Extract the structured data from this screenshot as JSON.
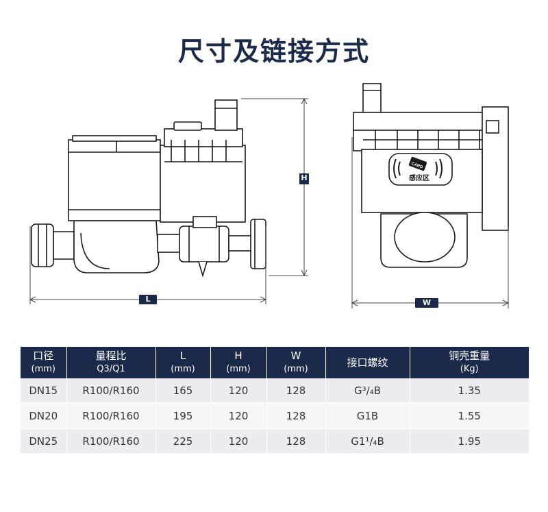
{
  "title": "尺寸及链接方式",
  "dimensions": {
    "length_label": "L",
    "height_label": "H",
    "width_label": "W",
    "card_text": "CARD",
    "sensing_area": "感应区"
  },
  "table": {
    "headers": [
      {
        "main": "口径",
        "sub": "(mm)"
      },
      {
        "main": "量程比",
        "sub": "Q3/Q1"
      },
      {
        "main": "L",
        "sub": "(mm)"
      },
      {
        "main": "H",
        "sub": "(mm)"
      },
      {
        "main": "W",
        "sub": "(mm)"
      },
      {
        "main": "接口螺纹",
        "sub": ""
      },
      {
        "main": "铜壳重量",
        "sub": "(Kg)"
      }
    ],
    "rows": [
      [
        "DN15",
        "R100/R160",
        "165",
        "120",
        "128",
        "G³/₄B",
        "1.35"
      ],
      [
        "DN20",
        "R100/R160",
        "195",
        "120",
        "128",
        "G1B",
        "1.55"
      ],
      [
        "DN25",
        "R100/R160",
        "225",
        "120",
        "128",
        "G1¹/₄B",
        "1.95"
      ]
    ]
  },
  "colors": {
    "header_bg": "#1b2a4a",
    "row_odd": "#ebedf0",
    "row_even": "#f7f7f8"
  }
}
